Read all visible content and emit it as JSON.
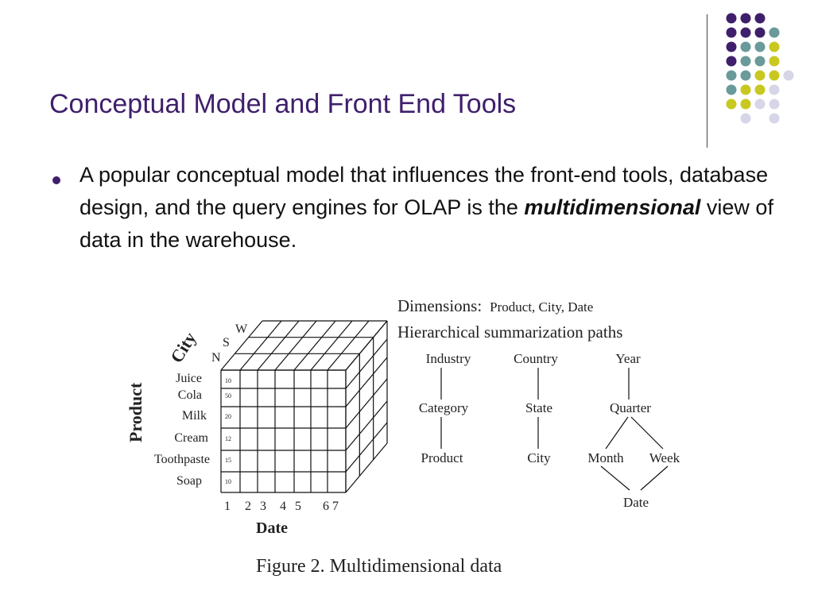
{
  "slide": {
    "title": "Conceptual Model and Front End Tools",
    "bullet": {
      "text_before": "A popular conceptual model that influences the front-end tools, database design, and the query engines for OLAP is the ",
      "emphasis": "multidimensional",
      "text_after": " view of data in the warehouse."
    }
  },
  "figure": {
    "caption": "Figure 2. Multidimensional data",
    "dimensions_label": "Dimensions:",
    "dimensions_list": "Product, City, Date",
    "hierarchy_heading": "Hierarchical summarization paths",
    "hierarchies": {
      "product": [
        "Industry",
        "Category",
        "Product"
      ],
      "city": [
        "Country",
        "State",
        "City"
      ],
      "date": {
        "top": "Year",
        "middle": "Quarter",
        "left": "Month",
        "right": "Week",
        "bottom": "Date"
      }
    },
    "cube": {
      "city_axis": "City",
      "city_values": [
        "W",
        "S",
        "N"
      ],
      "product_axis": "Product",
      "products": [
        "Juice",
        "Cola",
        "Milk",
        "Cream",
        "Toothpaste",
        "Soap"
      ],
      "cell_values": [
        "10",
        "50",
        "20",
        "12",
        "15",
        "10"
      ],
      "date_axis": "Date",
      "dates": [
        "1",
        "2",
        "3",
        "4",
        "5",
        "6",
        "7"
      ]
    }
  },
  "theme": {
    "title_color": "#3f1f6b",
    "dot_purple": "#3f1f6b",
    "dot_teal": "#6a9a9a",
    "dot_yellow": "#c8c820",
    "dot_lavender": "#d6d6e8"
  }
}
